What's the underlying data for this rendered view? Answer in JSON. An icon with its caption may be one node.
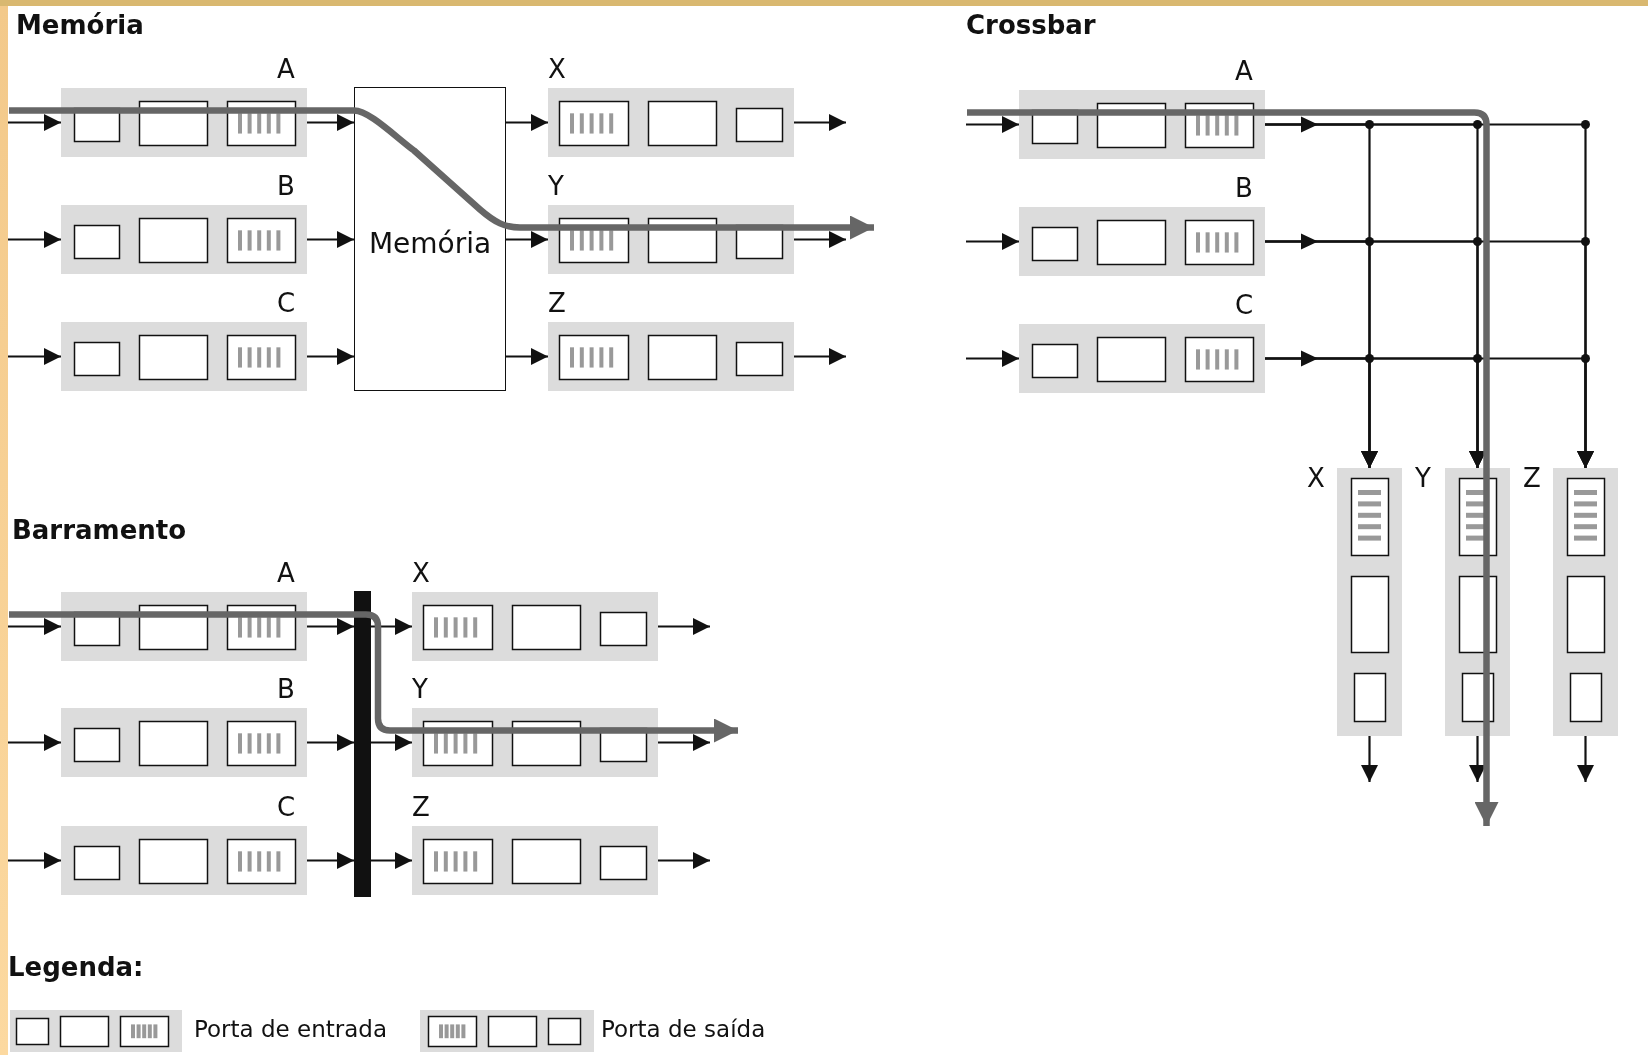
{
  "diagram": {
    "nodes": [
      {
        "text": [
          "A"
        ]
      },
      {
        "text": [
          "B"
        ]
      },
      {
        "text": [
          "C"
        ]
      },
      {
        "text": [
          "Memória"
        ]
      },
      {
        "text": [
          "X"
        ]
      },
      {
        "text": [
          "Y"
        ]
      },
      {
        "text": [
          "Z"
        ]
      },
      {
        "text": [
          "A"
        ]
      },
      {
        "text": [
          "B"
        ]
      },
      {
        "text": [
          "C"
        ]
      },
      {
        "text": [
          "X"
        ]
      },
      {
        "text": [
          "Y"
        ]
      },
      {
        "text": [
          "Z"
        ]
      },
      {
        "text": [
          "A"
        ]
      },
      {
        "text": [
          "B"
        ]
      },
      {
        "text": [
          "C"
        ]
      },
      {
        "text": [],
        "shape": "bar"
      },
      {
        "text": [
          "X"
        ]
      },
      {
        "text": [
          "Y"
        ]
      },
      {
        "text": [
          "Z"
        ]
      }
    ],
    "edges": [
      {
        "from": null,
        "to": 0,
        "arrow": "to"
      },
      {
        "from": null,
        "to": 1,
        "arrow": "to"
      },
      {
        "from": null,
        "to": 2,
        "arrow": "to"
      },
      {
        "from": 0,
        "to": 3,
        "arrow": "to"
      },
      {
        "from": 1,
        "to": 3,
        "arrow": "to"
      },
      {
        "from": 2,
        "to": 3,
        "arrow": "to"
      },
      {
        "from": 3,
        "to": 4,
        "arrow": "to"
      },
      {
        "from": 3,
        "to": 5,
        "arrow": "to"
      },
      {
        "from": 3,
        "to": 6,
        "arrow": "to"
      },
      {
        "from": 4,
        "to": null,
        "arrow": "to"
      },
      {
        "from": 5,
        "to": null,
        "arrow": "to"
      },
      {
        "from": 6,
        "to": null,
        "arrow": "to"
      },
      {
        "from": null,
        "to": 0,
        "arrow": "none",
        "style": "thick",
        "color": "#666666"
      },
      {
        "from": 0,
        "to": 3,
        "arrow": "none",
        "style": "thick",
        "color": "#666666"
      },
      {
        "from": 3,
        "to": 5,
        "arrow": "to",
        "style": "thick",
        "color": "#666666"
      },
      {
        "from": null,
        "to": 7,
        "arrow": "to"
      },
      {
        "from": null,
        "to": 8,
        "arrow": "to"
      },
      {
        "from": null,
        "to": 9,
        "arrow": "to"
      },
      {
        "from": 7,
        "to": 10,
        "arrow": "to"
      },
      {
        "from": 7,
        "to": 11,
        "arrow": "to"
      },
      {
        "from": 7,
        "to": 12,
        "arrow": "to"
      },
      {
        "from": 8,
        "to": 10,
        "arrow": "to"
      },
      {
        "from": 8,
        "to": 11,
        "arrow": "to"
      },
      {
        "from": 8,
        "to": 12,
        "arrow": "to"
      },
      {
        "from": 9,
        "to": 10,
        "arrow": "to"
      },
      {
        "from": 9,
        "to": 11,
        "arrow": "to"
      },
      {
        "from": 9,
        "to": 12,
        "arrow": "to"
      },
      {
        "from": 10,
        "to": null,
        "arrow": "to"
      },
      {
        "from": 11,
        "to": null,
        "arrow": "to"
      },
      {
        "from": 12,
        "to": null,
        "arrow": "to"
      },
      {
        "from": null,
        "to": 7,
        "arrow": "none",
        "style": "thick",
        "color": "#666666"
      },
      {
        "from": 7,
        "to": 11,
        "arrow": "to",
        "style": "thick",
        "color": "#666666"
      },
      {
        "from": null,
        "to": 13,
        "arrow": "to"
      },
      {
        "from": null,
        "to": 14,
        "arrow": "to"
      },
      {
        "from": null,
        "to": 15,
        "arrow": "to"
      },
      {
        "from": 13,
        "to": 16,
        "arrow": "to"
      },
      {
        "from": 14,
        "to": 16,
        "arrow": "to"
      },
      {
        "from": 15,
        "to": 16,
        "arrow": "to"
      },
      {
        "from": 16,
        "to": 17,
        "arrow": "to"
      },
      {
        "from": 16,
        "to": 18,
        "arrow": "to"
      },
      {
        "from": 16,
        "to": 19,
        "arrow": "to"
      },
      {
        "from": 17,
        "to": null,
        "arrow": "to"
      },
      {
        "from": 18,
        "to": null,
        "arrow": "to"
      },
      {
        "from": 19,
        "to": null,
        "arrow": "to"
      },
      {
        "from": null,
        "to": 13,
        "arrow": "none",
        "style": "thick",
        "color": "#666666"
      },
      {
        "from": 13,
        "to": 16,
        "arrow": "none",
        "style": "thick",
        "color": "#666666"
      },
      {
        "from": 16,
        "to": 18,
        "arrow": "to",
        "style": "thick",
        "color": "#666666"
      }
    ],
    "labels": [
      "Memória",
      "Crossbar",
      "Barramento",
      "Legenda:"
    ],
    "legend": [
      {
        "text": "Porta de entrada"
      },
      {
        "text": "Porta de saída"
      }
    ]
  }
}
